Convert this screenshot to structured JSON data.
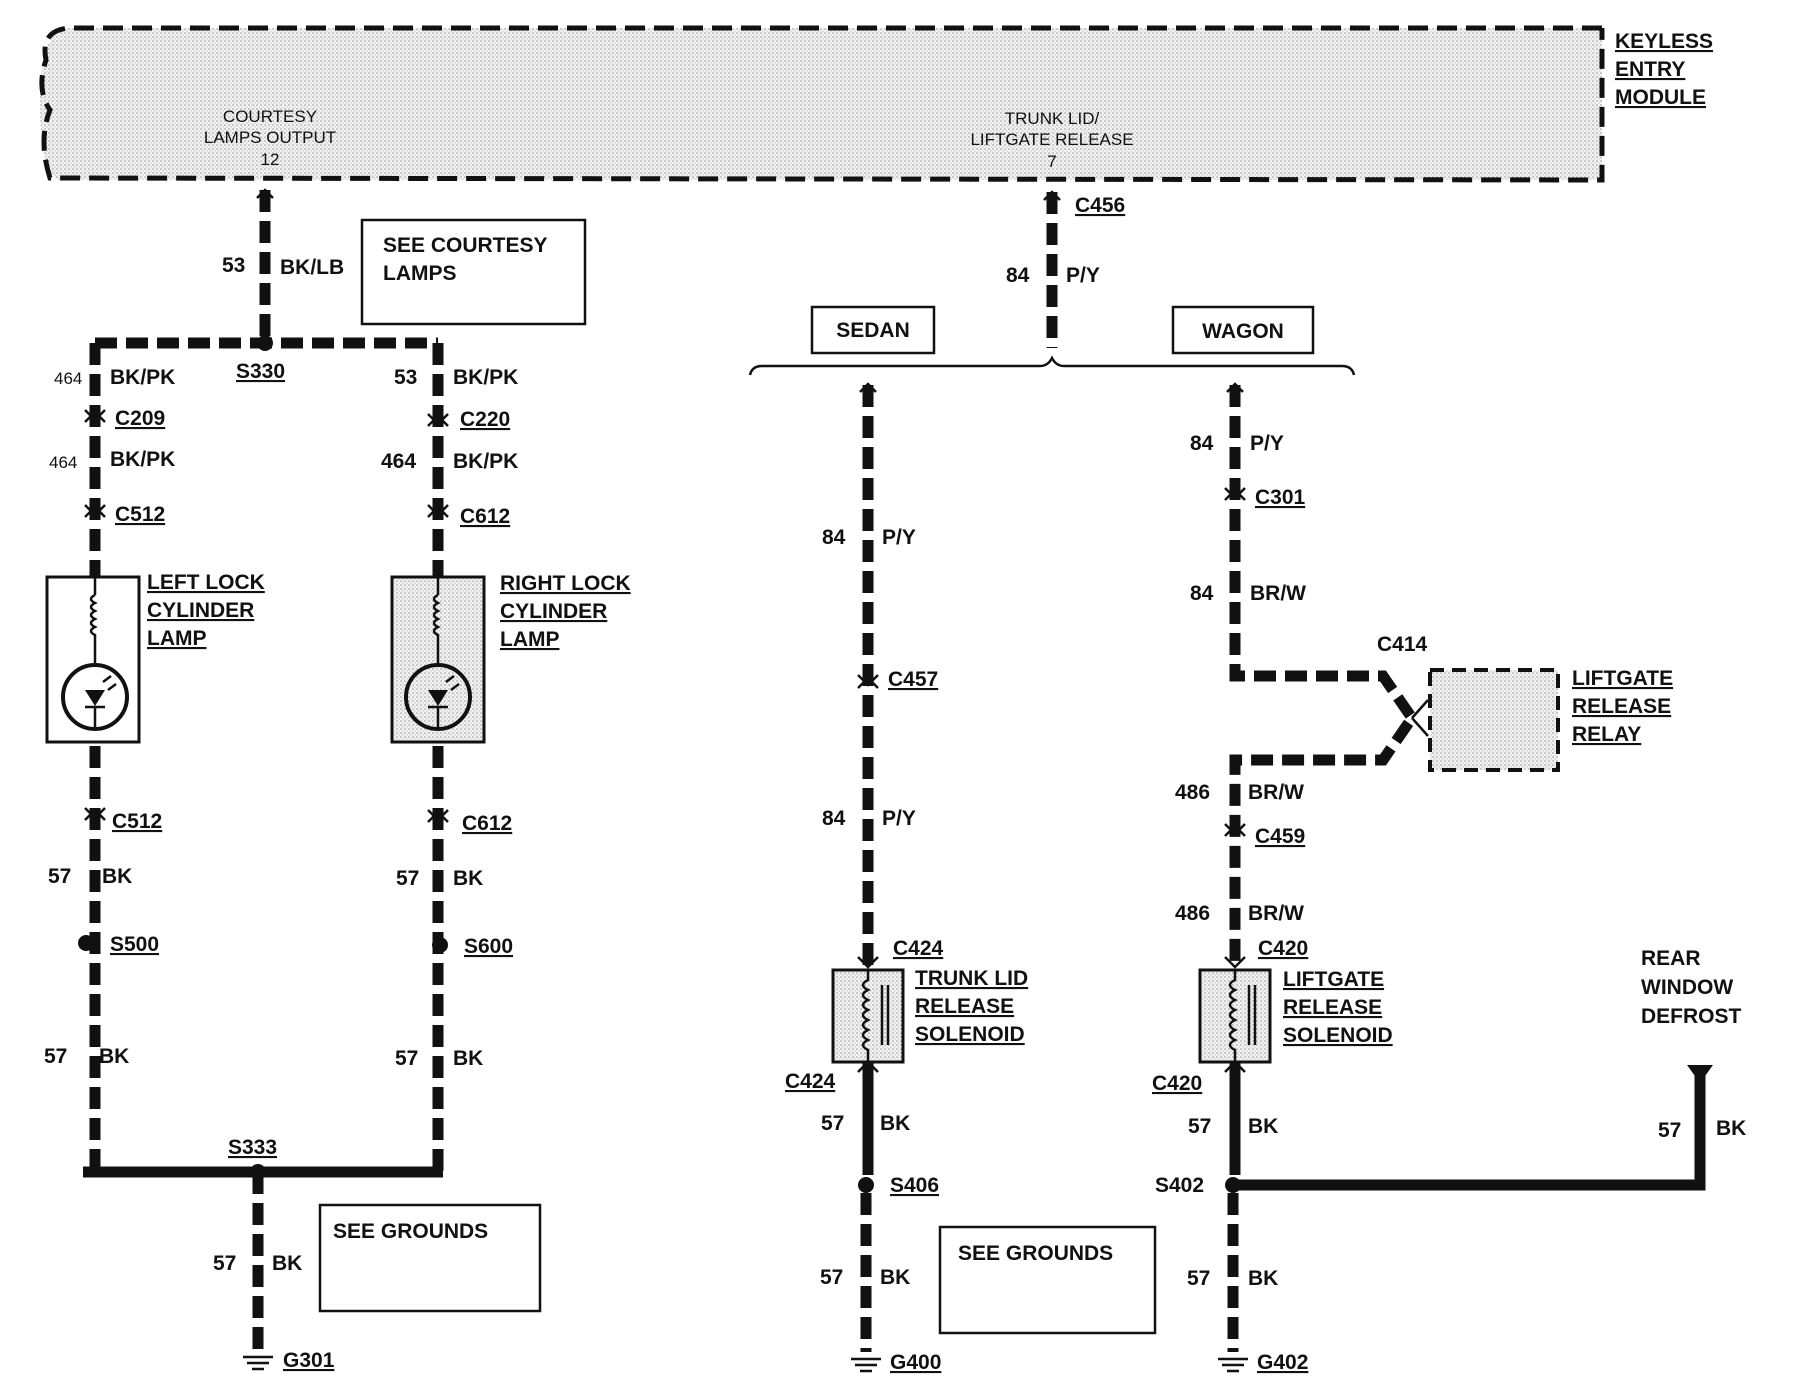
{
  "module": {
    "name_line1": "KEYLESS",
    "name_line2": "ENTRY",
    "name_line3": "MODULE",
    "pin12_line1": "COURTESY",
    "pin12_line2": "LAMPS OUTPUT",
    "pin12_num": "12",
    "pin7_line1": "TRUNK LID/",
    "pin7_line2": "LIFTGATE RELEASE",
    "pin7_num": "7"
  },
  "notes": {
    "courtesy_line1": "SEE COURTESY",
    "courtesy_line2": "LAMPS",
    "grounds_left": "SEE GROUNDS",
    "grounds_right": "SEE GROUNDS"
  },
  "variants": {
    "sedan": "SEDAN",
    "wagon": "WAGON"
  },
  "wires": {
    "w53_top": {
      "circuit": "53",
      "color": "BK/LB"
    },
    "w464_l1": {
      "circuit": "464",
      "color": "BK/PK"
    },
    "w53_r1": {
      "circuit": "53",
      "color": "BK/PK"
    },
    "w464_l2": {
      "circuit": "464",
      "color": "BK/PK"
    },
    "w464_r2": {
      "circuit": "464",
      "color": "BK/PK"
    },
    "w57_l1": {
      "circuit": "57",
      "color": "BK"
    },
    "w57_r1": {
      "circuit": "57",
      "color": "BK"
    },
    "w57_l2": {
      "circuit": "57",
      "color": "BK"
    },
    "w57_r2": {
      "circuit": "57",
      "color": "BK"
    },
    "w57_lg": {
      "circuit": "57",
      "color": "BK"
    },
    "w84_top": {
      "circuit": "84",
      "color": "P/Y"
    },
    "w84_s1": {
      "circuit": "84",
      "color": "P/Y"
    },
    "w84_s2": {
      "circuit": "84",
      "color": "P/Y"
    },
    "w57_s1": {
      "circuit": "57",
      "color": "BK"
    },
    "w57_s2": {
      "circuit": "57",
      "color": "BK"
    },
    "w84_w1": {
      "circuit": "84",
      "color": "P/Y"
    },
    "w84_w2": {
      "circuit": "84",
      "color": "BR/W"
    },
    "w486_1": {
      "circuit": "486",
      "color": "BR/W"
    },
    "w486_2": {
      "circuit": "486",
      "color": "BR/W"
    },
    "w57_w1": {
      "circuit": "57",
      "color": "BK"
    },
    "w57_w2": {
      "circuit": "57",
      "color": "BK"
    },
    "w57_def": {
      "circuit": "57",
      "color": "BK"
    }
  },
  "connectors": {
    "c456": "C456",
    "c209": "C209",
    "c220": "C220",
    "c512a": "C512",
    "c612a": "C612",
    "c512b": "C512",
    "c612b": "C612",
    "c457": "C457",
    "c424a": "C424",
    "c424b": "C424",
    "c301": "C301",
    "c414": "C414",
    "c459": "C459",
    "c420a": "C420",
    "c420b": "C420"
  },
  "splices": {
    "s330": "S330",
    "s500": "S500",
    "s600": "S600",
    "s333": "S333",
    "s406": "S406",
    "s402": "S402"
  },
  "grounds": {
    "g301": "G301",
    "g400": "G400",
    "g402": "G402"
  },
  "components": {
    "left_lamp": [
      "LEFT LOCK",
      "CYLINDER",
      "LAMP"
    ],
    "right_lamp": [
      "RIGHT LOCK",
      "CYLINDER",
      "LAMP"
    ],
    "trunk_solenoid": [
      "TRUNK LID",
      "RELEASE",
      "SOLENOID"
    ],
    "liftgate_solenoid": [
      "LIFTGATE",
      "RELEASE",
      "SOLENOID"
    ],
    "liftgate_relay": [
      "LIFTGATE",
      "RELEASE",
      "RELAY"
    ],
    "rear_defrost": [
      "REAR",
      "WINDOW",
      "DEFROST"
    ]
  }
}
